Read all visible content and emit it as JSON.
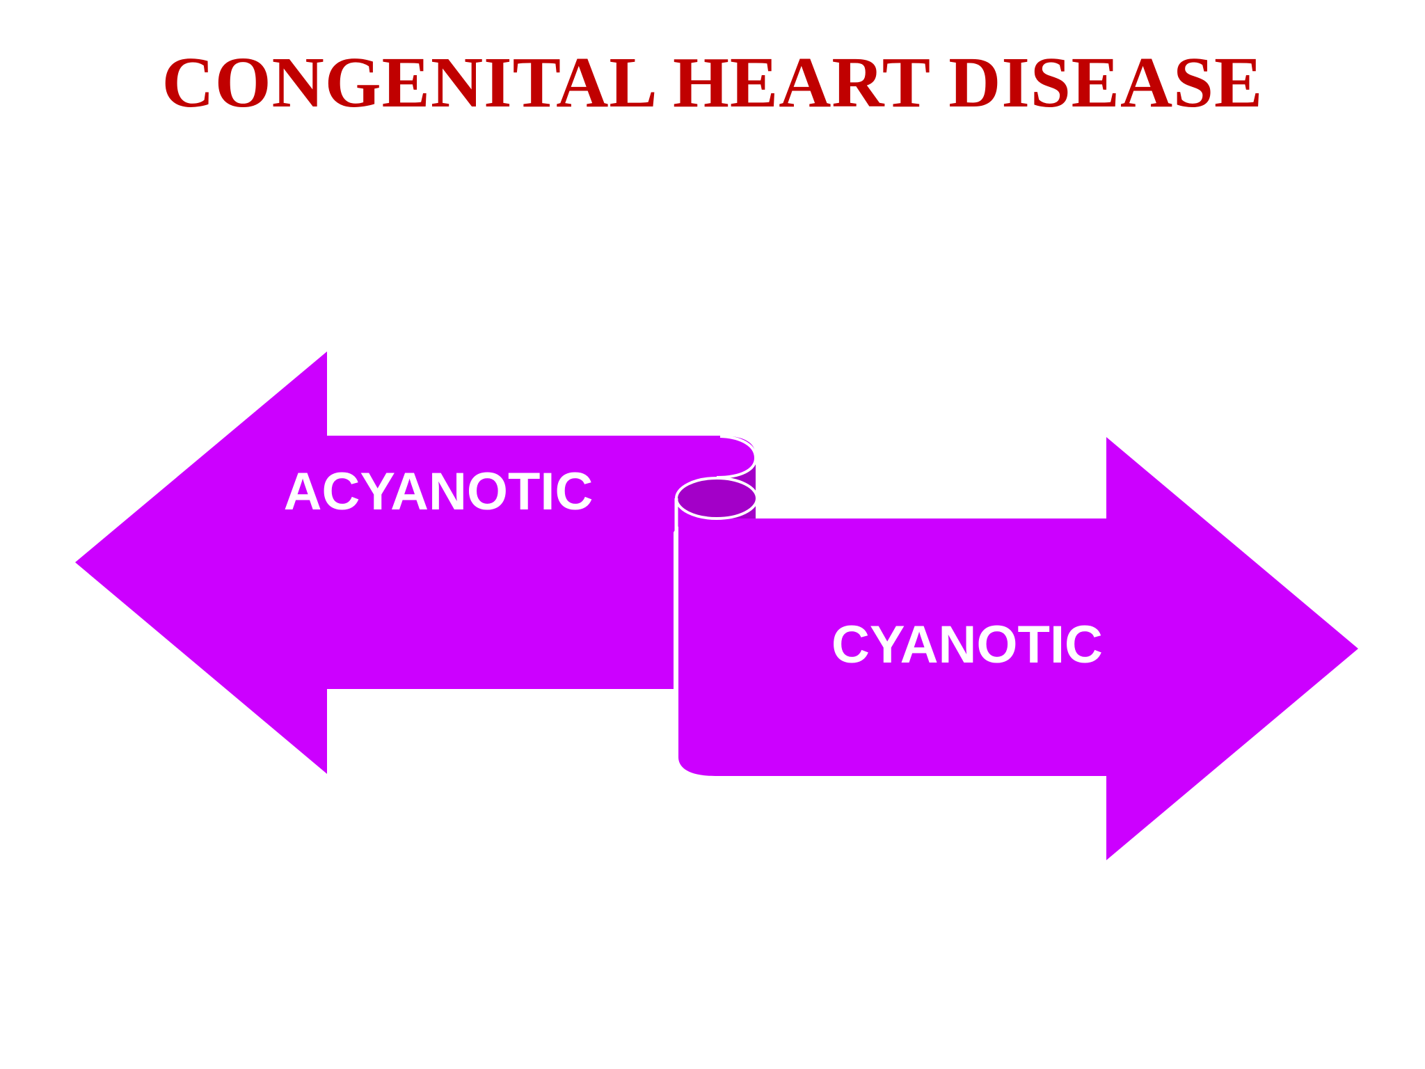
{
  "title": "CONGENITAL HEART DISEASE",
  "arrows": {
    "left": {
      "label": "ACYANOTIC"
    },
    "right": {
      "label": "CYANOTIC"
    }
  },
  "colors": {
    "title": "#c00000",
    "arrow_fill": "#cc00ff",
    "fold_fill": "#a300c8",
    "label": "#ffffff",
    "background": "#ffffff"
  }
}
